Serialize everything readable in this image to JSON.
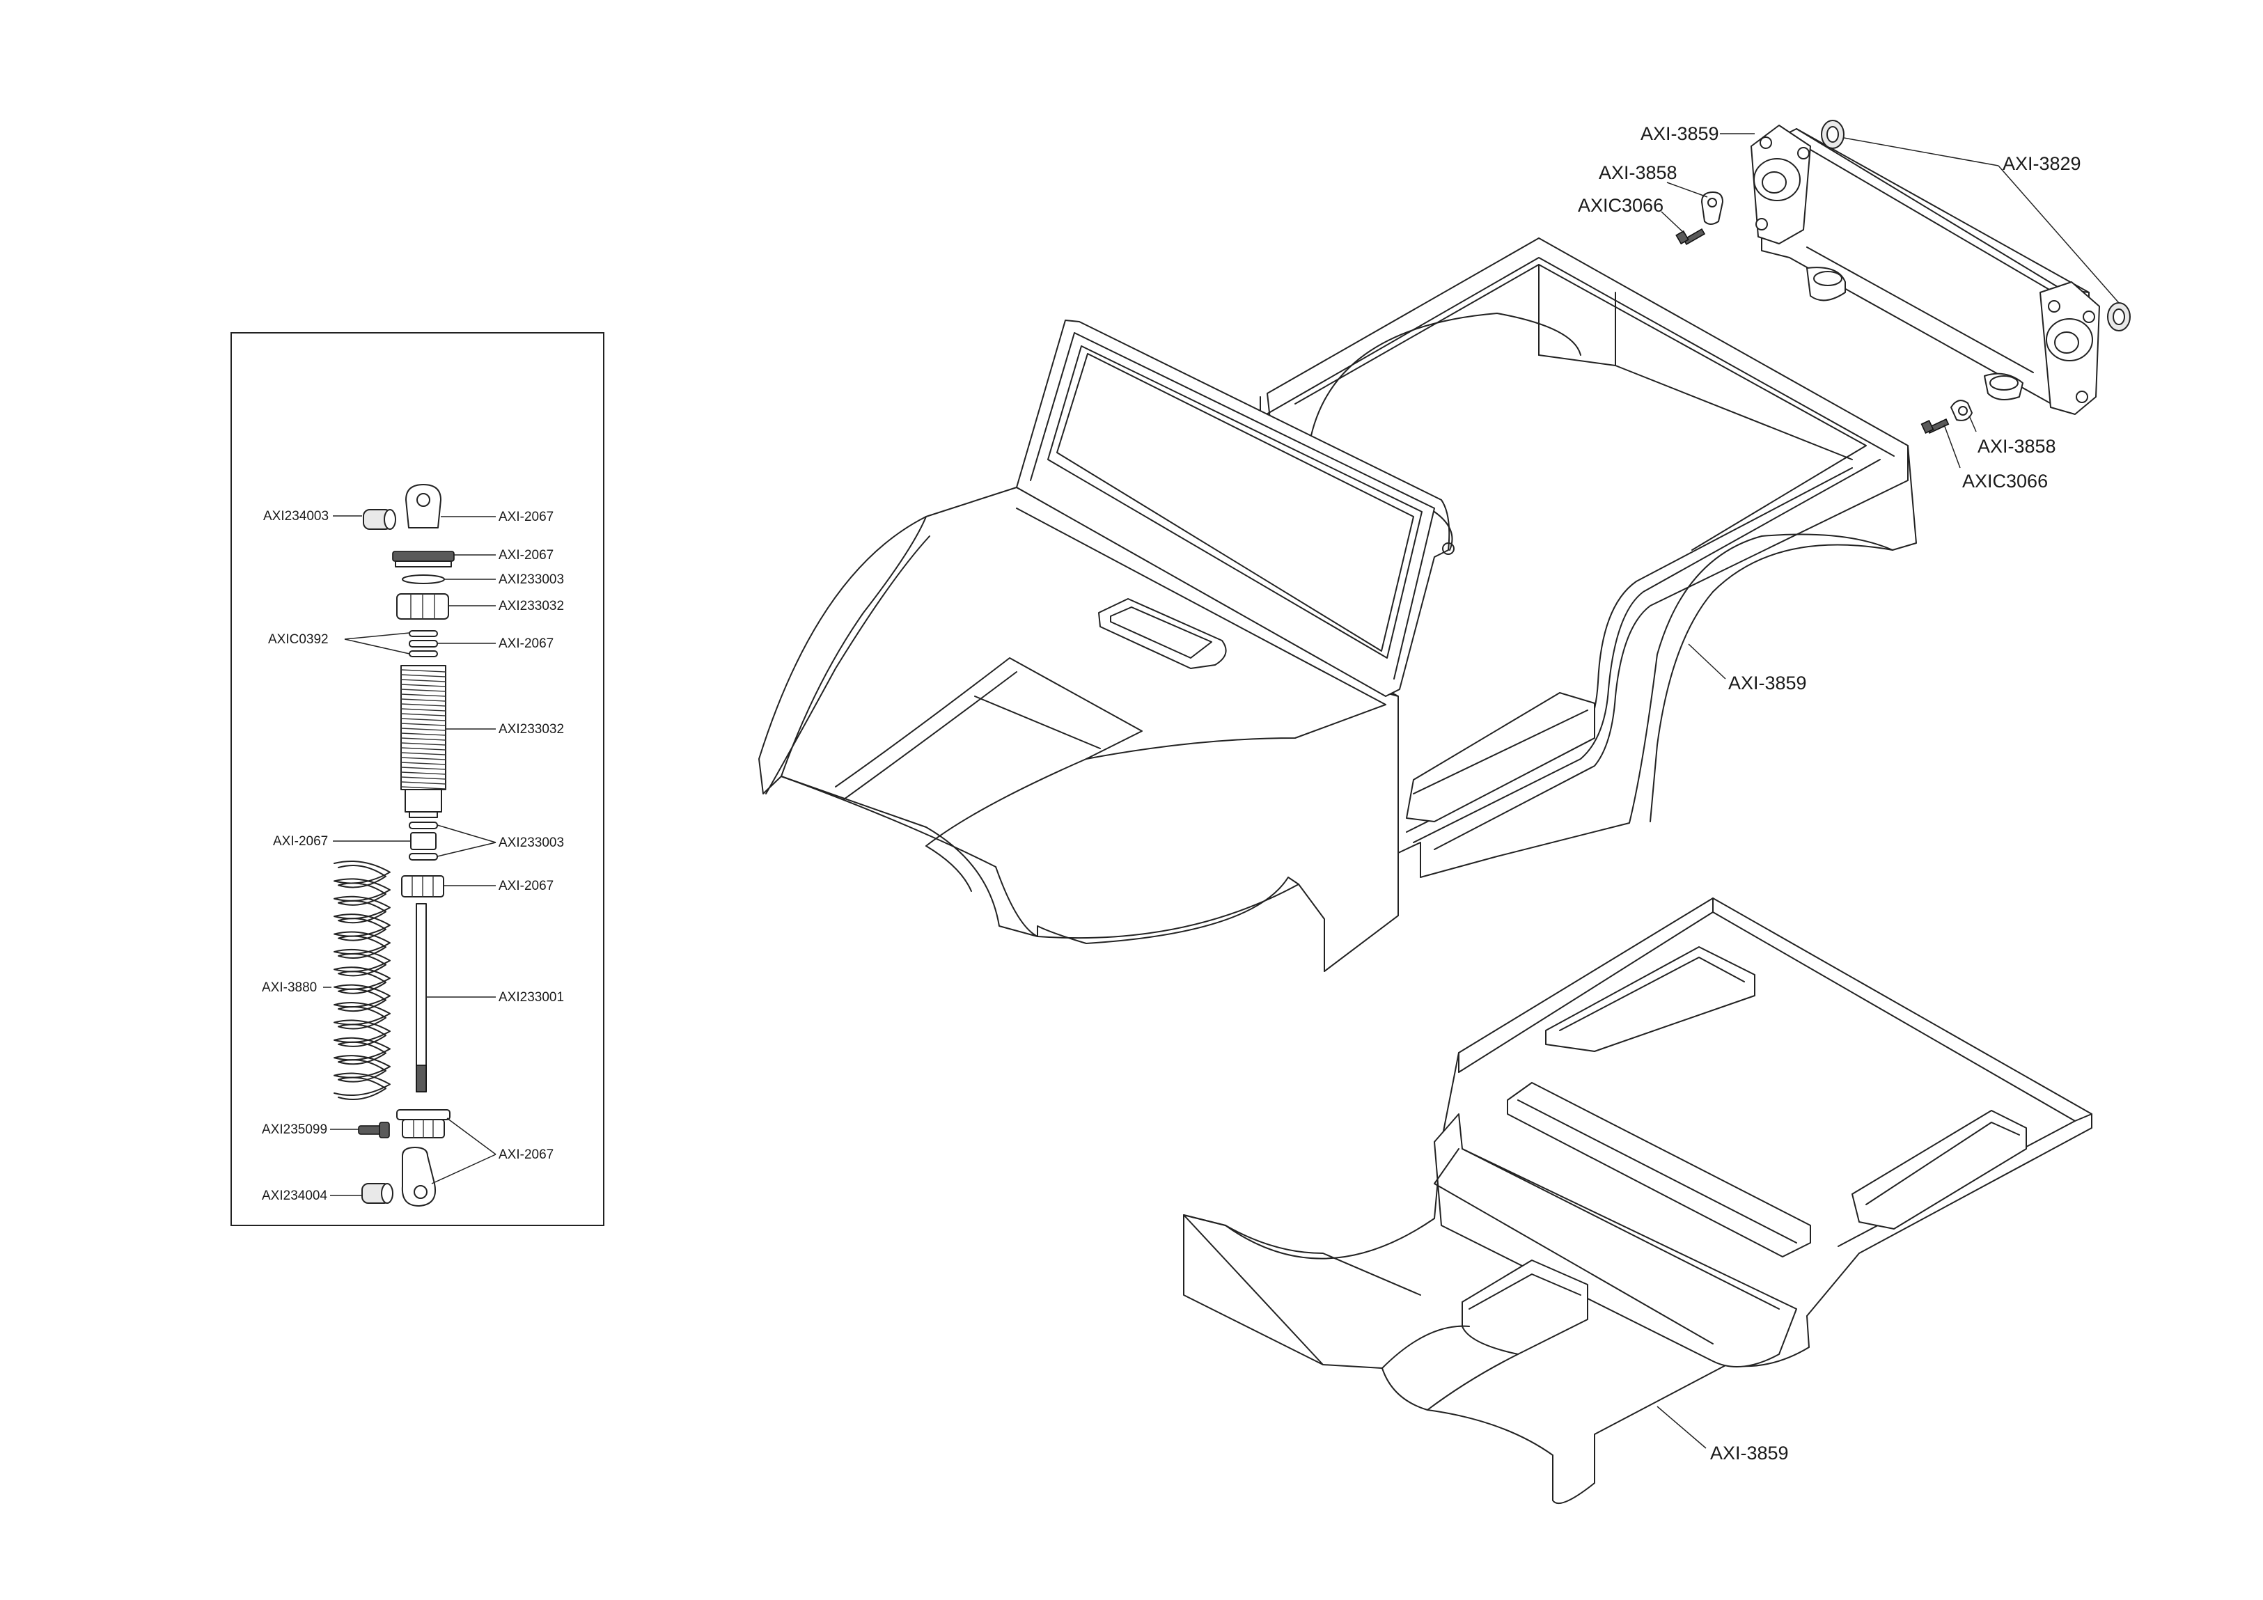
{
  "diagram": {
    "body_labels": {
      "mount_top_left": "AXI-3859",
      "mount_link": "AXI-3858",
      "mount_screw": "AXIC3066",
      "mount_bearings": "AXI-3829",
      "mount_link_right": "AXI-3858",
      "mount_screw_right": "AXIC3066",
      "body_shell": "AXI-3859",
      "interior_tray": "AXI-3859"
    },
    "shock_inset": {
      "labels": [
        "AXI234003",
        "AXI-2067",
        "AXI-2067",
        "AXI233003",
        "AXI233032",
        "AXIC0392",
        "AXI-2067",
        "AXI233032",
        "AXI-2067",
        "AXI233003",
        "AXI-2067",
        "AXI-3880",
        "AXI233001",
        "AXI235099",
        "AXI-2067",
        "AXI234004"
      ]
    }
  }
}
